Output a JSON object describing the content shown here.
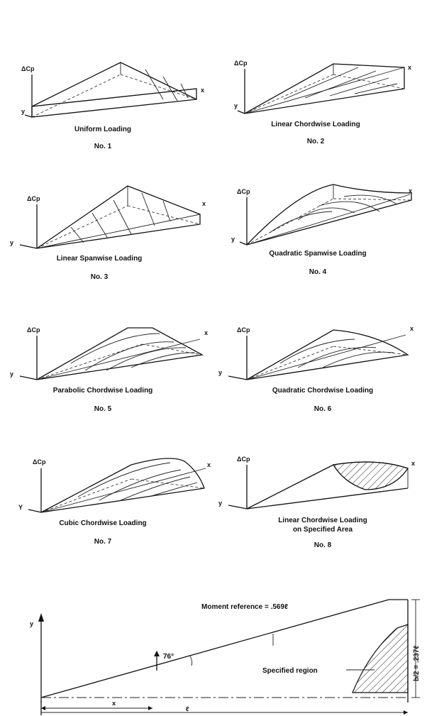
{
  "axis": {
    "dcp": "ΔCp",
    "x": "x",
    "y": "y",
    "Y": "Y"
  },
  "panels": [
    {
      "caption": "Uniform Loading",
      "number": "No. 1"
    },
    {
      "caption": "Linear Chordwise Loading",
      "number": "No. 2"
    },
    {
      "caption": "Linear Spanwise Loading",
      "number": "No. 3"
    },
    {
      "caption": "Quadratic Spanwise Loading",
      "number": "No. 4"
    },
    {
      "caption": "Parabolic Chordwise Loading",
      "number": "No. 5"
    },
    {
      "caption": "Quadratic Chordwise Loading",
      "number": "No. 6"
    },
    {
      "caption": "Cubic Chordwise Loading",
      "number": "No. 7"
    },
    {
      "caption": "Linear Chordwise Loading",
      "caption2": "on Specified Area",
      "number": "No. 8"
    }
  ],
  "planform": {
    "moment_reference": "Moment reference = .569ℓ",
    "angle": "76°",
    "specified_region": "Specified region",
    "semispan": "b/2 = .237ℓ",
    "x_label": "x",
    "length_label": "ℓ",
    "y_label": "y"
  }
}
